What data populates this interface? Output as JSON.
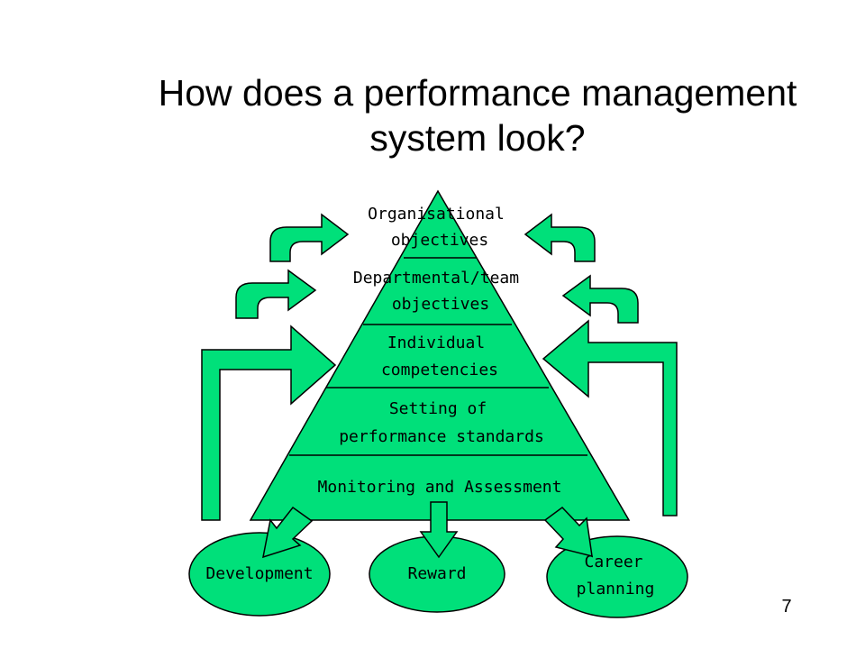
{
  "title": {
    "line1": "How does a performance management",
    "line2": "system look?"
  },
  "pyramid": {
    "levels": [
      {
        "line1": "Organisational",
        "line2": "objectives"
      },
      {
        "line1": "Departmental/team",
        "line2": "objectives"
      },
      {
        "line1": "Individual",
        "line2": "competencies"
      },
      {
        "line1": "Setting of",
        "line2": "performance standards"
      },
      {
        "line1": "Monitoring and Assessment",
        "line2": ""
      }
    ]
  },
  "outcomes": [
    {
      "line1": "Development",
      "line2": ""
    },
    {
      "line1": "Reward",
      "line2": ""
    },
    {
      "line1": "Career",
      "line2": "planning"
    }
  ],
  "page_number": "7",
  "colors": {
    "fill": "#00E07A",
    "stroke": "#000000"
  }
}
